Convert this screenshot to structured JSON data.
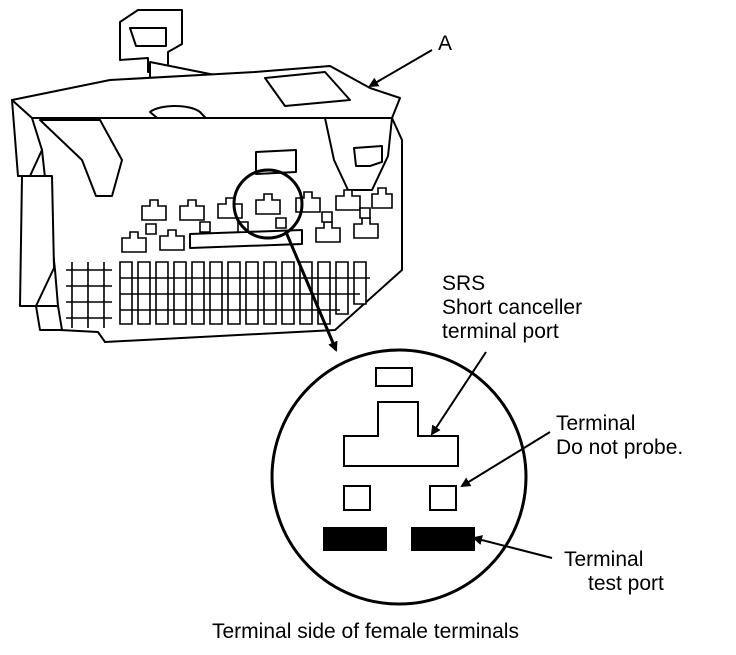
{
  "labels": {
    "connector_id": "A",
    "srs_line1": "SRS",
    "srs_line2": "Short canceller",
    "srs_line3": "terminal port",
    "terminal_line1": "Terminal",
    "terminal_line2": "Do not probe.",
    "test_line1": "Terminal",
    "test_line2": "test port",
    "caption": "Terminal side of female terminals"
  },
  "colors": {
    "ink": "#000000",
    "paper": "#ffffff"
  }
}
